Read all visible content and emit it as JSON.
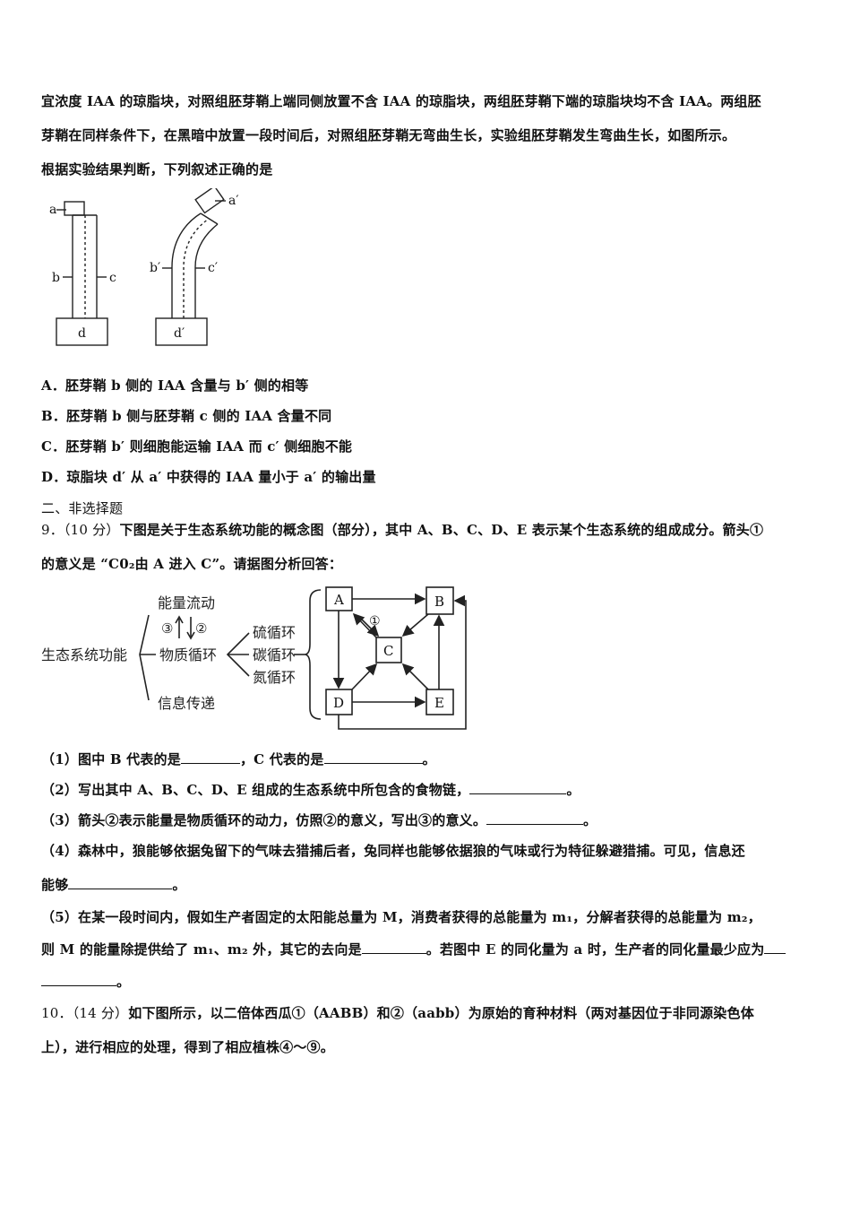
{
  "q8": {
    "stem_lines": [
      "宜浓度 IAA 的琼脂块，对照组胚芽鞘上端同侧放置不含 IAA 的琼脂块，两组胚芽鞘下端的琼脂块均不含 IAA。两组胚",
      "芽鞘在同样条件下，在黑暗中放置一段时间后，对照组胚芽鞘无弯曲生长，实验组胚芽鞘发生弯曲生长，如图所示。",
      "根据实验结果判断，下列叙述正确的是"
    ],
    "figure": {
      "left_labels": {
        "a": "a",
        "b": "b",
        "c": "c",
        "d": "d"
      },
      "right_labels": {
        "a": "a′",
        "b": "b′",
        "c": "c′",
        "d": "d′"
      }
    },
    "options": [
      {
        "key": "A．",
        "text": "胚芽鞘 b 侧的 IAA 含量与 b′ 侧的相等"
      },
      {
        "key": "B．",
        "text": "胚芽鞘 b 侧与胚芽鞘 c 侧的 IAA 含量不同"
      },
      {
        "key": "C．",
        "text": "胚芽鞘 b′ 则细胞能运输 IAA 而 c′ 侧细胞不能"
      },
      {
        "key": "D．",
        "text": "琼脂块 d′ 从 a′ 中获得的 IAA 量小于 a′ 的输出量"
      }
    ]
  },
  "section2": {
    "title": "二、非选择题"
  },
  "q9": {
    "number": "9．",
    "score": "（10 分）",
    "stem_line1": "下图是关于生态系统功能的概念图（部分），其中 A、B、C、D、E 表示某个生态系统的组成成分。箭头①",
    "stem_line2": "的意义是 “C0₂由 A 进入 C”。请据图分析回答：",
    "concept_map": {
      "root": "生态系统功能",
      "branches": [
        "能量流动",
        "物质循环",
        "信息传递"
      ],
      "arrow_up": "③",
      "arrow_down": "②",
      "cycles": [
        "硫循环",
        "碳循环",
        "氮循环"
      ]
    },
    "flow_diagram": {
      "nodes": [
        "A",
        "B",
        "C",
        "D",
        "E"
      ],
      "arrow_label": "①"
    },
    "sub_questions": [
      {
        "pre": "（1）图中 B 代表的是",
        "mid": "，C 代表的是",
        "end": "。"
      },
      {
        "pre": "（2）写出其中 A、B、C、D、E 组成的生态系统中所包含的食物链，",
        "end": "。"
      },
      {
        "pre": "（3）箭头②表示能量是物质循环的动力，仿照②的意义，写出③的意义。",
        "end": "。"
      },
      {
        "line1": "（4）森林中，狼能够依据兔留下的气味去猎捕后者，兔同样也能够依据狼的气味或行为特征躲避猎捕。可见，信息还",
        "line2_pre": "能够",
        "end": "。"
      },
      {
        "line1": "（5）在某一段时间内，假如生产者固定的太阳能总量为 M，消费者获得的总能量为 m₁，分解者获得的总能量为 m₂，",
        "line2_pre": "则 M 的能量除提供给了 m₁、m₂ 外，其它的去向是",
        "line2_mid": "。若图中 E 的同化量为 a 时，生产者的同化量最少应为",
        "end": "。"
      }
    ]
  },
  "q10": {
    "number": "10．",
    "score": "（14 分）",
    "stem_line1": "如下图所示，以二倍体西瓜①（AABB）和②（aabb）为原始的育种材料（两对基因位于非同源染色体",
    "stem_line2": "上），进行相应的处理，得到了相应植株④～⑨。"
  }
}
